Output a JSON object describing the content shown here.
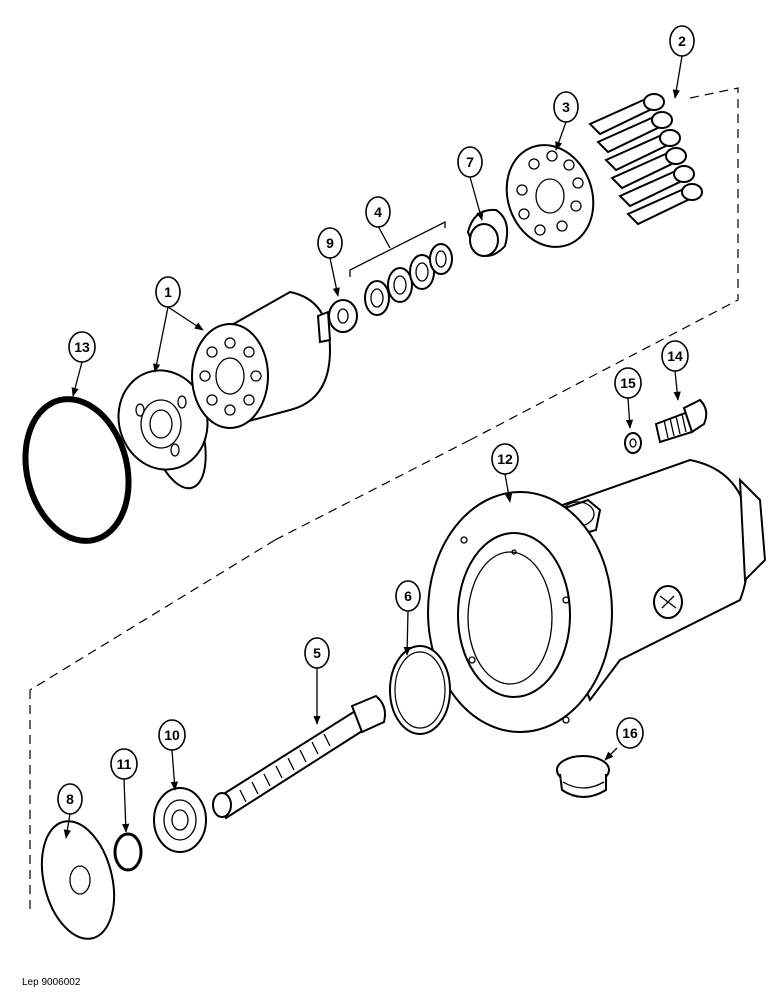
{
  "diagram": {
    "reference": "Lep 9006002",
    "callouts": [
      {
        "id": "c1",
        "label": "1"
      },
      {
        "id": "c2",
        "label": "2"
      },
      {
        "id": "c3",
        "label": "3"
      },
      {
        "id": "c4",
        "label": "4"
      },
      {
        "id": "c5",
        "label": "5"
      },
      {
        "id": "c6",
        "label": "6"
      },
      {
        "id": "c7",
        "label": "7"
      },
      {
        "id": "c8",
        "label": "8"
      },
      {
        "id": "c9",
        "label": "9"
      },
      {
        "id": "c10",
        "label": "10"
      },
      {
        "id": "c11",
        "label": "11"
      },
      {
        "id": "c12",
        "label": "12"
      },
      {
        "id": "c13",
        "label": "13"
      },
      {
        "id": "c14",
        "label": "14"
      },
      {
        "id": "c15",
        "label": "15"
      },
      {
        "id": "c16",
        "label": "16"
      }
    ]
  }
}
